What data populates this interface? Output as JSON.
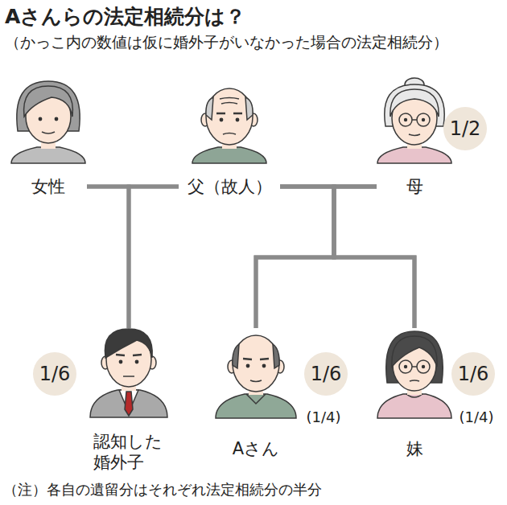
{
  "diagram": {
    "title": "Aさんらの法定相続分は？",
    "caption": "（注）各自の遺留分はそれぞれ法定相続分の半分",
    "nodes": [
      {
        "text": [
          "女性"
        ]
      },
      {
        "text": [
          "父（故人）"
        ]
      },
      {
        "text": [
          "母"
        ]
      },
      {
        "text": [
          "1/2"
        ]
      },
      {
        "text": [
          "1/6"
        ]
      },
      {
        "text": [
          "認知した 婚外子"
        ]
      },
      {
        "text": [
          "Aさん"
        ]
      },
      {
        "text": [
          "1/6"
        ]
      },
      {
        "text": [
          "妹"
        ]
      },
      {
        "text": [
          "1/6"
        ]
      }
    ],
    "edges": [
      {
        "from": 0,
        "to": 1,
        "arrow": "none"
      },
      {
        "from": 0,
        "to": 5,
        "arrow": "none"
      },
      {
        "from": 1,
        "to": 5,
        "arrow": "none"
      },
      {
        "from": 1,
        "to": 2,
        "arrow": "none"
      },
      {
        "from": 1,
        "to": 6,
        "arrow": "none"
      },
      {
        "from": 1,
        "to": 8,
        "arrow": "none"
      },
      {
        "from": 2,
        "to": 6,
        "arrow": "none"
      },
      {
        "from": 2,
        "to": 8,
        "arrow": "none"
      }
    ],
    "labels": [
      "（かっこ内の数値は仮に婚外子がいなかった場合の法定相続分）",
      "(1/4)",
      "(1/4)"
    ]
  }
}
